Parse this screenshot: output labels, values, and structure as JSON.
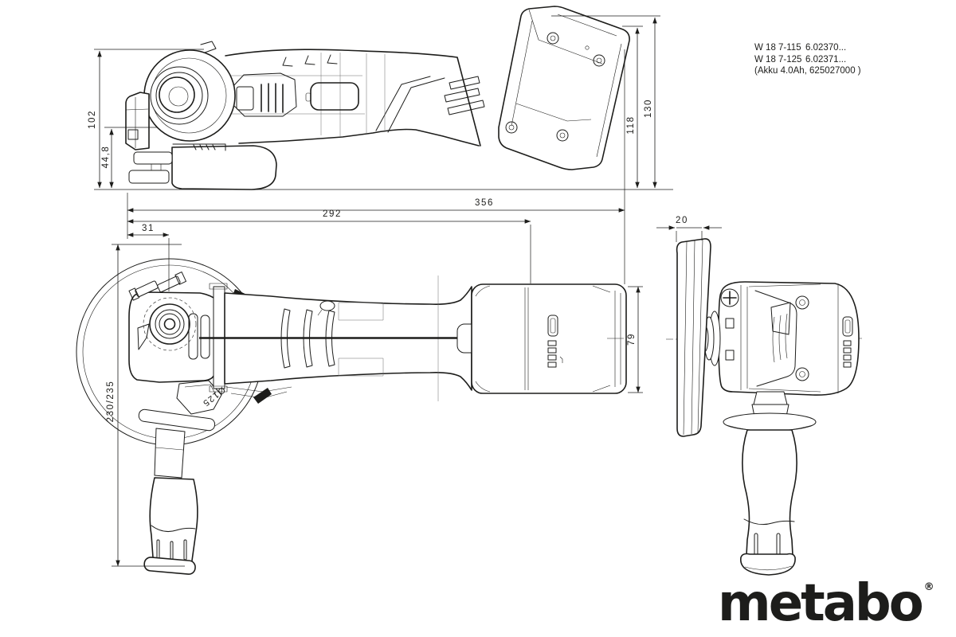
{
  "title_block": {
    "model_line1": {
      "name": "W 18 7-115",
      "code": "6.02370..."
    },
    "model_line2": {
      "name": "W 18 7-125",
      "code": "6.02371..."
    },
    "battery_note": "(Akku 4.0Ah, 625027000 )"
  },
  "dimensions_mm": {
    "head_height": "102",
    "flange_depth": "44,8",
    "battery_length": "118",
    "overall_height_rear": "130",
    "overall_length": "356",
    "length_to_battery": "292",
    "nose_to_spindle": "31",
    "disc_clearance": "20",
    "housing_width": "79",
    "handle_span": "230/235"
  },
  "annotations": {
    "disc_diameter": "Ø125"
  },
  "brand": {
    "logo_text": "metabo",
    "registered_mark": "®"
  },
  "colors": {
    "line": "#1d1d1b",
    "background": "#ffffff"
  }
}
